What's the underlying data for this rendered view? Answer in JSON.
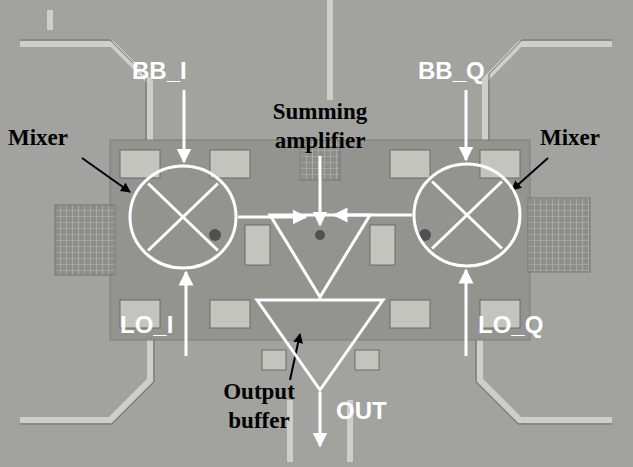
{
  "diagram": {
    "nodes": [
      {
        "text": [
          "Mixer"
        ]
      },
      {
        "text": [
          "Summing amplifier"
        ]
      },
      {
        "text": [
          "Mixer"
        ]
      },
      {
        "text": [
          "Output buffer"
        ]
      }
    ],
    "edges": [
      {
        "from": 0,
        "to": 1,
        "arrow": "to"
      },
      {
        "from": 2,
        "to": 1,
        "arrow": "to"
      }
    ],
    "labels": [
      "BB_I",
      "BB_Q",
      "LO_I",
      "LO_Q",
      "OUT"
    ]
  }
}
